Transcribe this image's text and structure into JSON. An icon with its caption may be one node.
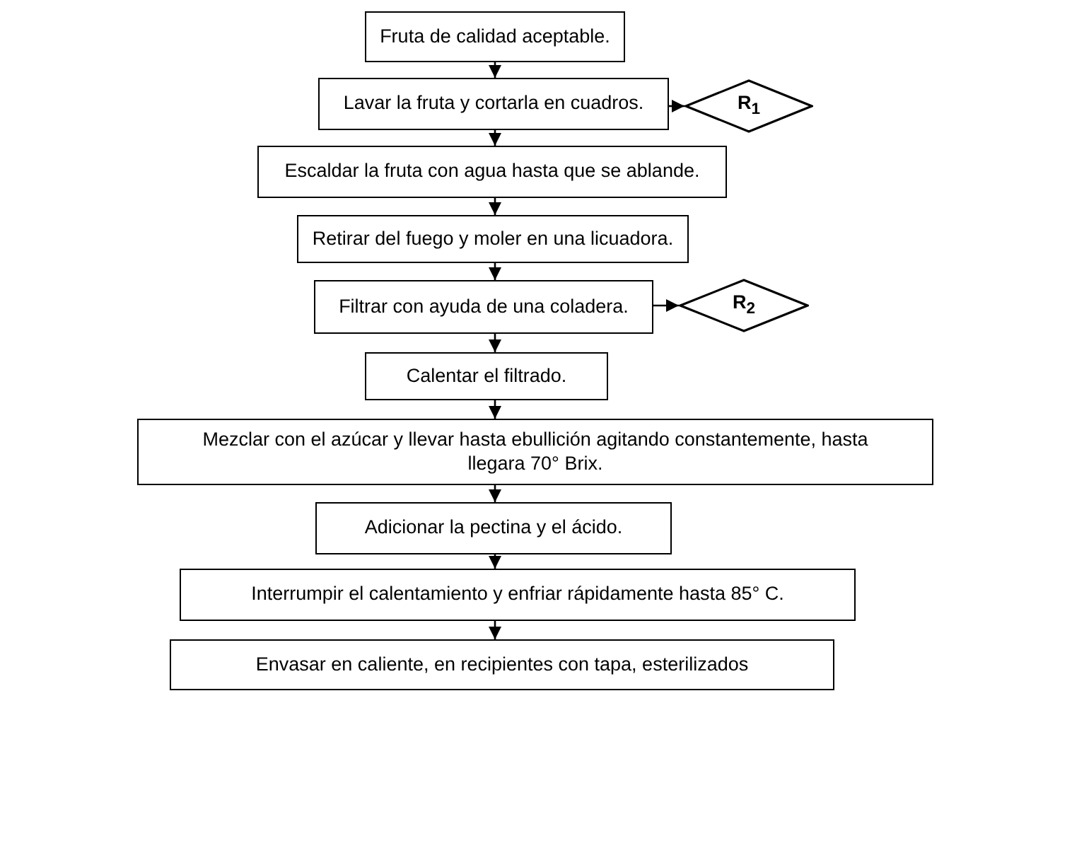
{
  "diagram": {
    "nodes": [
      {
        "text": [
          "Fruta de calidad aceptable."
        ]
      },
      {
        "text": [
          "Lavar la fruta y cortarla en cuadros."
        ]
      },
      {
        "text": [
          "R$_{1}$"
        ]
      },
      {
        "text": [
          "Escaldar la fruta con agua hasta que se ablande."
        ]
      },
      {
        "text": [
          "Retirar del fuego y moler en una licuadora."
        ]
      },
      {
        "text": [
          "Filtrar con ayuda de una coladera."
        ]
      },
      {
        "text": [
          "R$_{2}$"
        ]
      },
      {
        "text": [
          "Calentar el filtrado."
        ]
      },
      {
        "text": [
          "Mezclar con el azúcar y llevar hasta ebullición agitando constantemente, hasta llegara 70° Brix."
        ]
      },
      {
        "text": [
          "Adicionar la pectina y el ácido."
        ]
      },
      {
        "text": [
          "Interrumpir el calentamiento y enfriar rápidamente hasta 85° C."
        ]
      },
      {
        "text": [
          "Envasar en caliente, en recipientes con tapa, esterilizados"
        ]
      }
    ],
    "edges": [
      {
        "from": 0,
        "to": 1,
        "arrow": "to"
      },
      {
        "from": 1,
        "to": 2,
        "arrow": "to"
      },
      {
        "from": 1,
        "to": 3,
        "arrow": "to"
      },
      {
        "from": 3,
        "to": 4,
        "arrow": "to"
      },
      {
        "from": 4,
        "to": 5,
        "arrow": "to"
      },
      {
        "from": 5,
        "to": 6,
        "arrow": "to"
      },
      {
        "from": 5,
        "to": 7,
        "arrow": "to"
      },
      {
        "from": 7,
        "to": 8,
        "arrow": "to"
      },
      {
        "from": 8,
        "to": 9,
        "arrow": "to"
      },
      {
        "from": 9,
        "to": 10,
        "arrow": "to"
      },
      {
        "from": 10,
        "to": 11,
        "arrow": "to"
      }
    ]
  }
}
